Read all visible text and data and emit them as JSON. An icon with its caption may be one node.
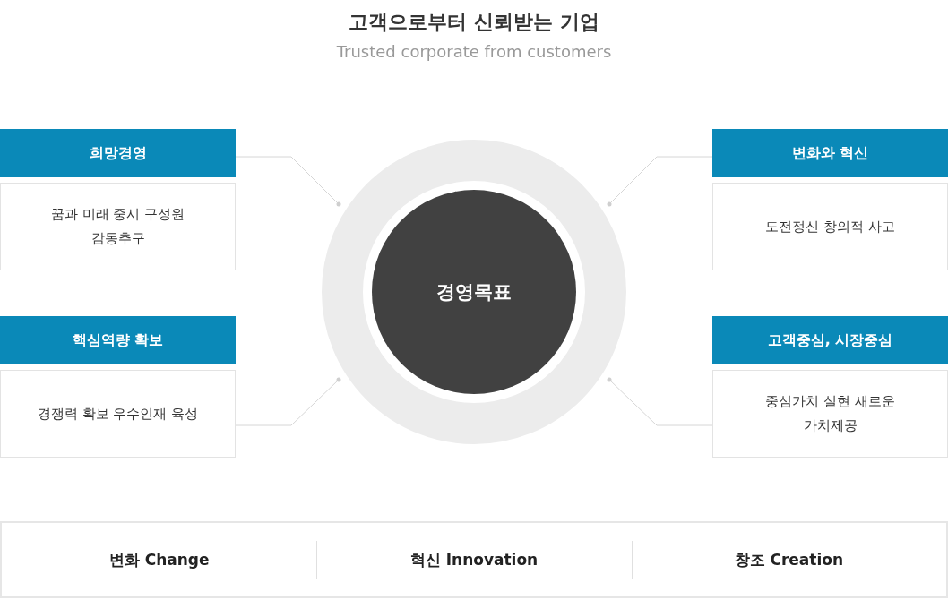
{
  "diagram": {
    "title": "고객으로부터 신뢰받는 기업",
    "nodes": [
      {
        "text": [
          "희망경영",
          "꿈과 미래 중시 구성원 감동추구"
        ]
      },
      {
        "text": [
          "변화와 혁신",
          "도전정신 창의적 사고"
        ]
      },
      {
        "text": [],
        "shape": "circle"
      },
      {
        "text": [
          "경영목표"
        ],
        "in": 2
      },
      {
        "text": [
          "핵심역량 확보",
          "경쟁력 확보 우수인재 육성"
        ]
      },
      {
        "text": [
          "고객중심, 시장중심",
          "중심가치 실현 새로운 가치제공"
        ]
      }
    ],
    "edges": [
      {
        "from": 0,
        "to": 2,
        "arrow": "other"
      },
      {
        "from": 1,
        "to": 2,
        "arrow": "other"
      },
      {
        "from": 4,
        "to": 2,
        "arrow": "other"
      },
      {
        "from": 5,
        "to": 2,
        "arrow": "other"
      }
    ],
    "labels": [
      "Trusted corporate from customers",
      "변화 Change",
      "혁신 Innovation",
      "창조 Creation"
    ]
  }
}
